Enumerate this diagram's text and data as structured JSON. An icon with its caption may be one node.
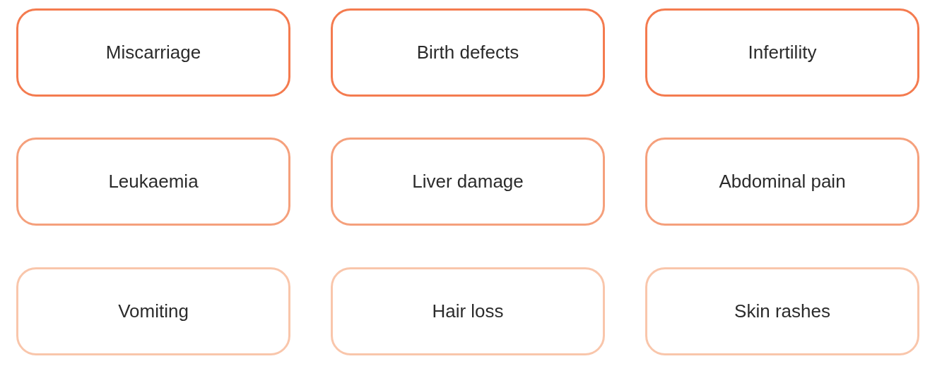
{
  "diagram": {
    "nodes": [
      {
        "text": [
          "Miscarriage"
        ]
      },
      {
        "text": [
          "Birth defects"
        ]
      },
      {
        "text": [
          "Infertility"
        ]
      },
      {
        "text": [
          "Leukaemia"
        ]
      },
      {
        "text": [
          "Liver damage"
        ]
      },
      {
        "text": [
          "Abdominal pain"
        ]
      },
      {
        "text": [
          "Vomiting"
        ]
      },
      {
        "text": [
          "Hair loss"
        ]
      },
      {
        "text": [
          "Skin rashes"
        ]
      }
    ]
  }
}
